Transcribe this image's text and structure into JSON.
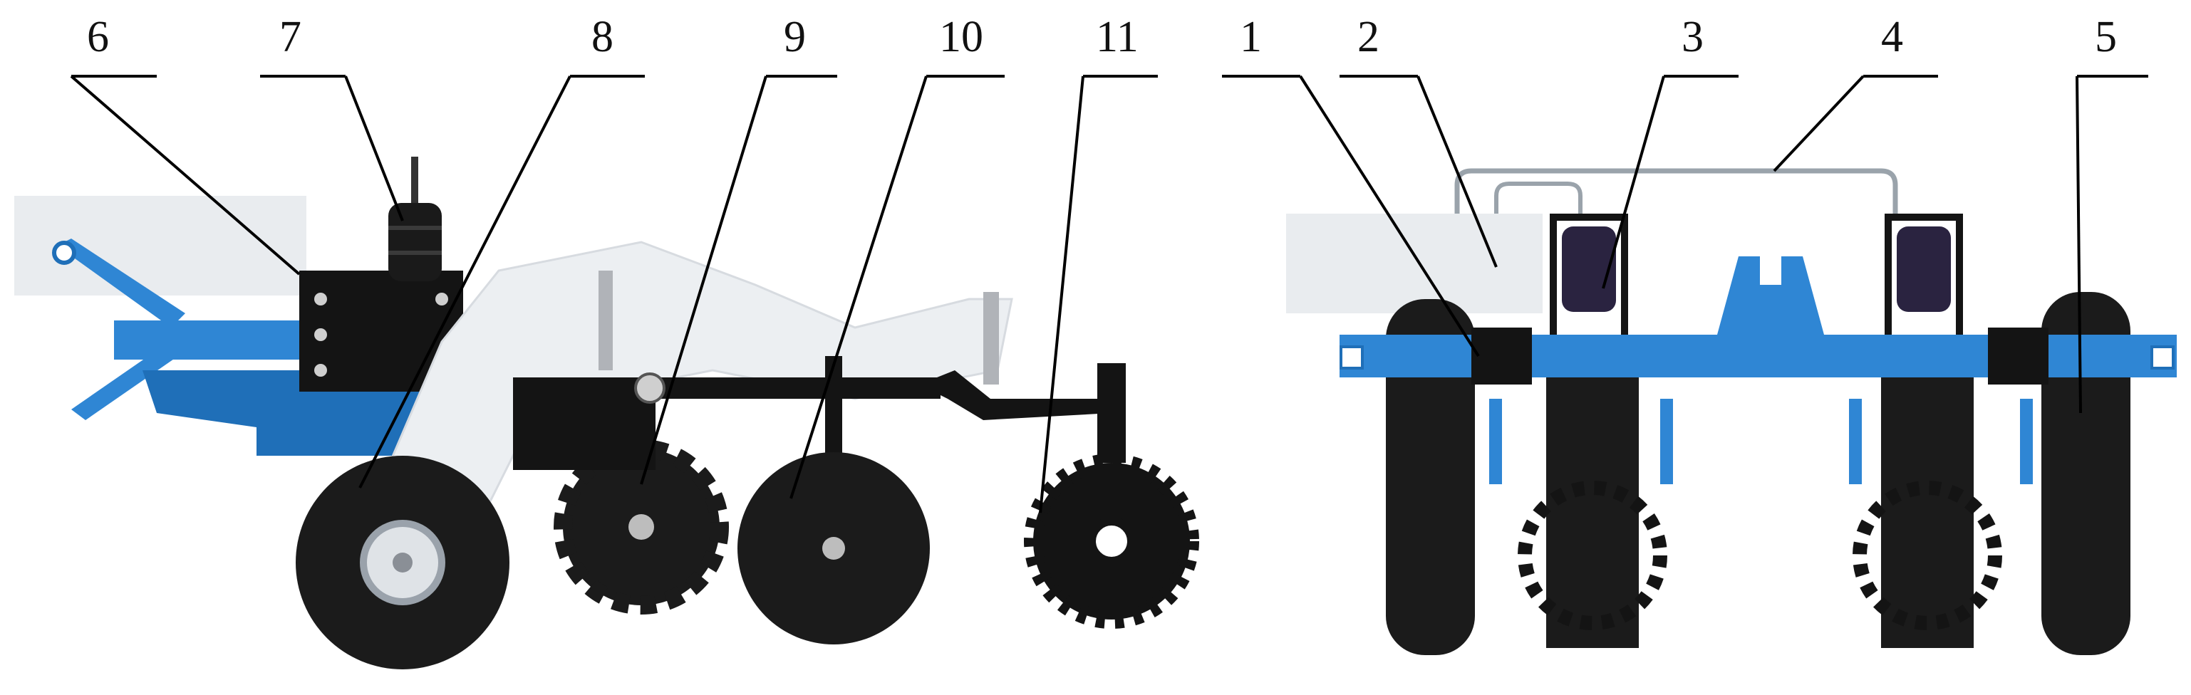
{
  "figure": {
    "colors": {
      "frame_blue": "#2f86d4",
      "frame_blue_dark": "#1f6fb8",
      "steel_black": "#141414",
      "tire_black": "#1b1b1b",
      "translucent_white": "#eceff2",
      "leader_line": "#000000"
    },
    "callouts": {
      "c1": "1",
      "c2": "2",
      "c3": "3",
      "c4": "4",
      "c5": "5",
      "c6": "6",
      "c7": "7",
      "c8": "8",
      "c9": "9",
      "c10": "10",
      "c11": "11"
    }
  }
}
